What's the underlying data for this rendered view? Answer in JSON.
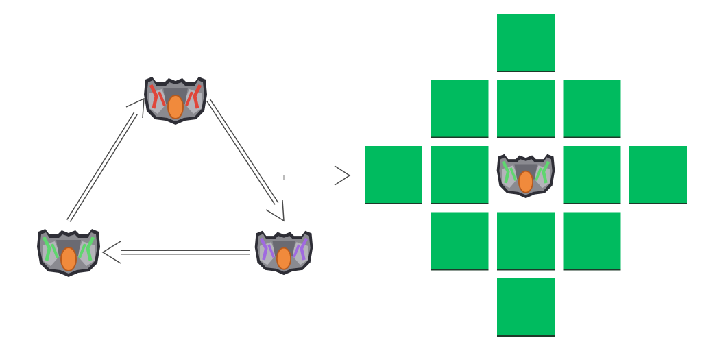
{
  "colors": {
    "background": "#ffffff",
    "move_tile": "#00bb5f",
    "arrow_stroke": "#4a4a4a",
    "hull": "#8a8a90",
    "hull_dark": "#4b4b53",
    "hull_light": "#b4b4ba",
    "outline": "#2e2e36",
    "engine": "#f08a3c",
    "red_trim": "#e0463a",
    "green_trim": "#5fd66f",
    "purple_trim": "#a06ae0"
  },
  "cycle": {
    "ships": [
      {
        "id": "red",
        "icon": "red-ship-icon",
        "trim": "#e0463a"
      },
      {
        "id": "purple",
        "icon": "purple-ship-icon",
        "trim": "#a06ae0"
      },
      {
        "id": "green",
        "icon": "green-ship-icon",
        "trim": "#5fd66f"
      }
    ],
    "order": [
      "red",
      "purple",
      "green",
      "red"
    ]
  },
  "movement_grid": {
    "center_unit": "green-ship-icon",
    "pattern": [
      [
        0,
        0,
        1,
        0,
        0
      ],
      [
        0,
        1,
        1,
        1,
        0
      ],
      [
        1,
        1,
        2,
        1,
        1
      ],
      [
        0,
        1,
        1,
        1,
        0
      ],
      [
        0,
        0,
        1,
        0,
        0
      ]
    ]
  }
}
